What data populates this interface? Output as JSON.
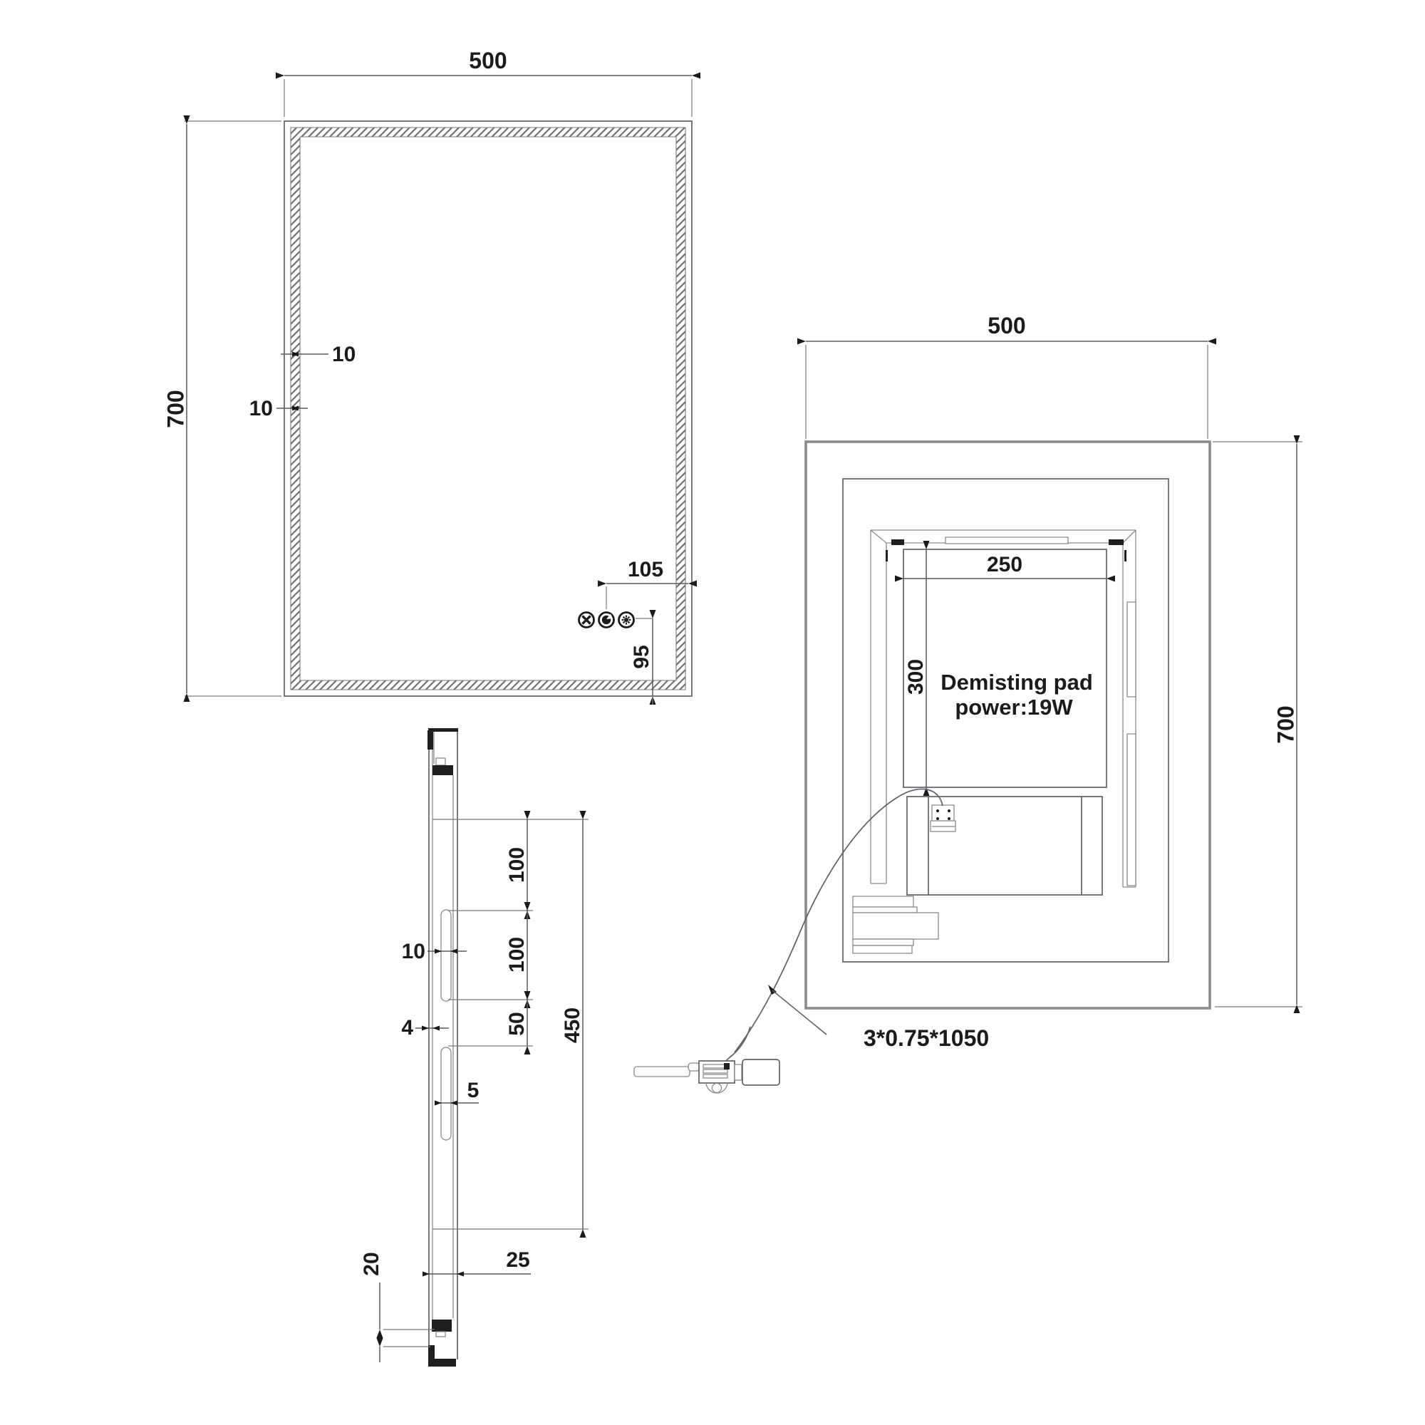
{
  "drawing": {
    "front_view": {
      "width": "500",
      "height": "700",
      "strip_width_top": "10",
      "strip_width_left": "10",
      "controls_offset_x": "105",
      "controls_offset_y": "95"
    },
    "side_view": {
      "segment_top": "100",
      "segment_mid": "100",
      "segment_small": "50",
      "bracket_span": "450",
      "slot_offset": "10",
      "glass_gap": "4",
      "slot_width": "5",
      "bottom_offset": "20",
      "depth": "25"
    },
    "back_view": {
      "width": "500",
      "height": "700",
      "pad_width": "250",
      "pad_height": "300",
      "pad_label_line1": "Demisting pad",
      "pad_label_line2": "power:19W",
      "cable_spec": "3*0.75*1050"
    },
    "icons": {
      "button1": "demist-cross-icon",
      "button2": "power-light-icon",
      "button3": "settings-gear-icon"
    },
    "colors": {
      "line": "#5f6368",
      "outer_frame": "#8c8c8c",
      "text": "#1b1b1b",
      "background": "#ffffff"
    }
  }
}
